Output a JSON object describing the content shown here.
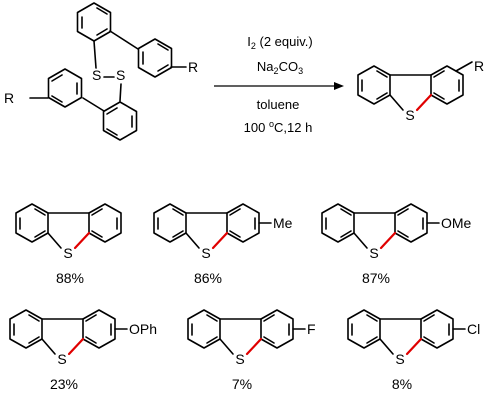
{
  "scheme": {
    "starting_material": {
      "substituent": "R",
      "linker_atom_1": "S",
      "linker_atom_2": "S"
    },
    "conditions": {
      "reagent_1": "I",
      "reagent_1_sub": "2",
      "reagent_1_rest": " (2 equiv.)",
      "reagent_2": "Na",
      "reagent_2_sub1": "2",
      "reagent_2_mid": "CO",
      "reagent_2_sub2": "3",
      "solvent": "toluene",
      "temperature_prefix": "100 ",
      "temperature_sup": "o",
      "temperature_suffix": "C,12 h"
    },
    "product": {
      "substituent": "R",
      "heteroatom": "S"
    }
  },
  "examples": [
    {
      "substituent": "",
      "yield": "88%",
      "heteroatom": "S"
    },
    {
      "substituent": "Me",
      "yield": "86%",
      "heteroatom": "S"
    },
    {
      "substituent": "OMe",
      "yield": "87%",
      "heteroatom": "S"
    },
    {
      "substituent": "OPh",
      "yield": "23%",
      "heteroatom": "S"
    },
    {
      "substituent": "F",
      "yield": "7%",
      "heteroatom": "S"
    },
    {
      "substituent": "Cl",
      "yield": "8%",
      "heteroatom": "S"
    }
  ],
  "colors": {
    "new_bond": "#e00000",
    "ink": "#000000"
  }
}
